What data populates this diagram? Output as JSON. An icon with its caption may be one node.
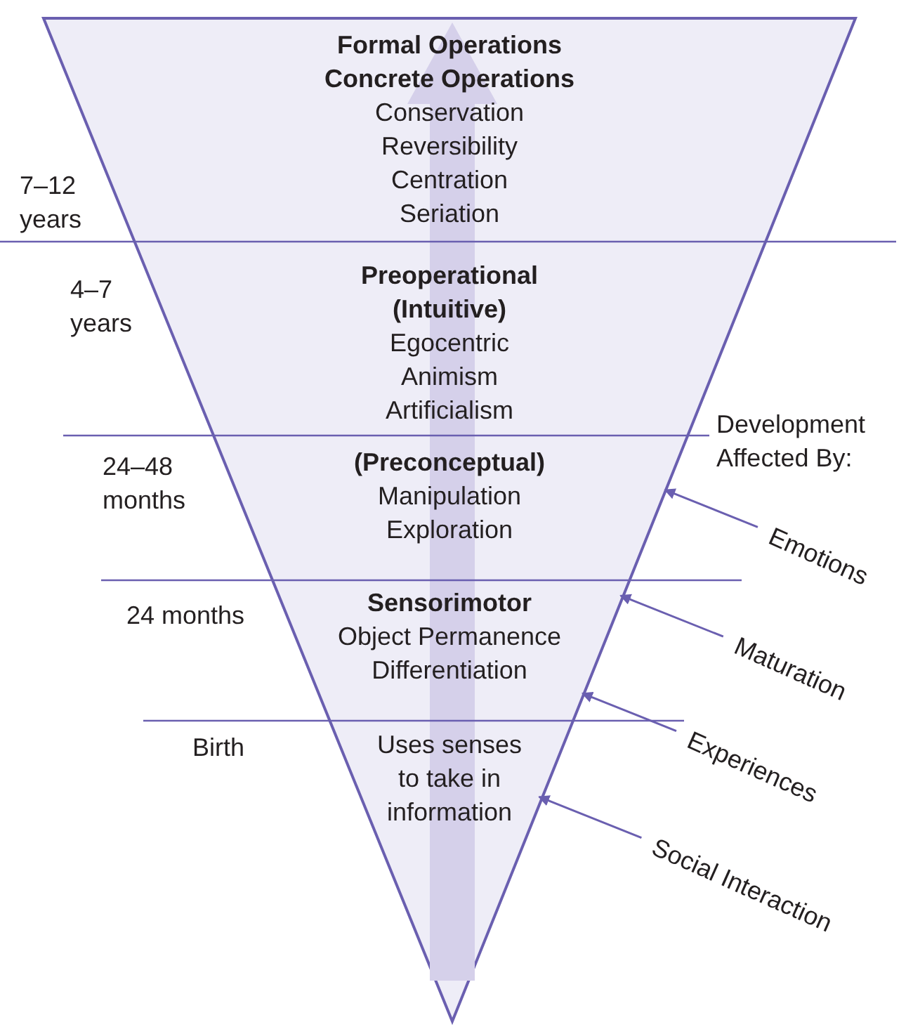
{
  "diagram": {
    "nodes": [
      {
        "text": [],
        "shape": "triangle"
      },
      {
        "text": [
          "Formal Operations",
          "Concrete Operations",
          "Conservation",
          "Reversibility",
          "Centration",
          "Seriation"
        ],
        "in": 0
      },
      {
        "text": [
          "Preoperational (Intuitive)",
          "Egocentric",
          "Animism",
          "Artificialism"
        ],
        "in": 0
      },
      {
        "text": [
          "(Preconceptual)",
          "Manipulation",
          "Exploration"
        ],
        "in": 0
      },
      {
        "text": [
          "Sensorimotor",
          "Object Permanence",
          "Differentiation"
        ],
        "in": 0
      },
      {
        "text": [
          "Uses senses to take in information"
        ],
        "in": 0
      },
      {
        "text": [
          "Emotions"
        ]
      },
      {
        "text": [
          "Maturation"
        ]
      },
      {
        "text": [
          "Experiences"
        ]
      },
      {
        "text": [
          "Social Interaction"
        ]
      }
    ],
    "edges": [
      {
        "from": 6,
        "to": 0,
        "arrow": "to"
      },
      {
        "from": 7,
        "to": 0,
        "arrow": "to"
      },
      {
        "from": 8,
        "to": 0,
        "arrow": "to"
      },
      {
        "from": 9,
        "to": 0,
        "arrow": "to"
      }
    ],
    "labels": [
      "7–12 years",
      "4–7 years",
      "Development Affected By:",
      "24–48 months",
      "24 months",
      "Birth"
    ]
  }
}
